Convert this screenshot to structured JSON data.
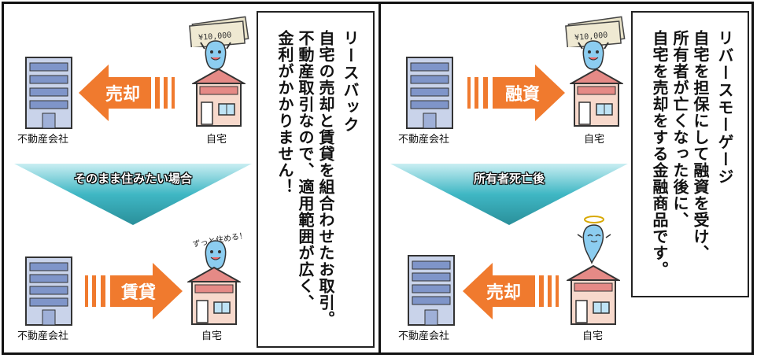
{
  "left_panel": {
    "title": "リースバック",
    "description_lines": [
      "自宅の売却と賃貸を組合わせたお取引。",
      "不動産取引なので、適用範囲が広く、",
      "金利がかかりません！"
    ],
    "top_arrow_label": "売却",
    "banner_label": "そのまま住みたい場合",
    "bottom_arrow_label": "賃貸",
    "company_label_top": "不動産会社",
    "company_label_bottom": "不動産会社",
    "home_label_top": "自宅",
    "home_label_bottom": "自宅",
    "money_text": "¥10,000",
    "speech_text": "ずっと住める！"
  },
  "right_panel": {
    "title": "リバースモーゲージ",
    "description_lines": [
      "自宅を担保にして融資を受け、",
      "所有者が亡くなった後に、",
      "自宅を売却をする金融商品です。"
    ],
    "top_arrow_label": "融資",
    "banner_label": "所有者死亡後",
    "bottom_arrow_label": "売却",
    "company_label_top": "不動産会社",
    "company_label_bottom": "不動産会社",
    "home_label_top": "自宅",
    "home_label_bottom": "自宅",
    "money_text": "¥10,000"
  },
  "colors": {
    "arrow_orange": "#f07a2e",
    "banner_teal": "#3fb7c4",
    "building_blue": "#7f95c9",
    "house_roof": "#e58a86",
    "house_wall": "#f7d9cc",
    "character_blue": "#8ccdf0"
  },
  "icons": [
    "building-icon",
    "house-icon",
    "money-icon",
    "character-icon",
    "ghost-icon"
  ]
}
